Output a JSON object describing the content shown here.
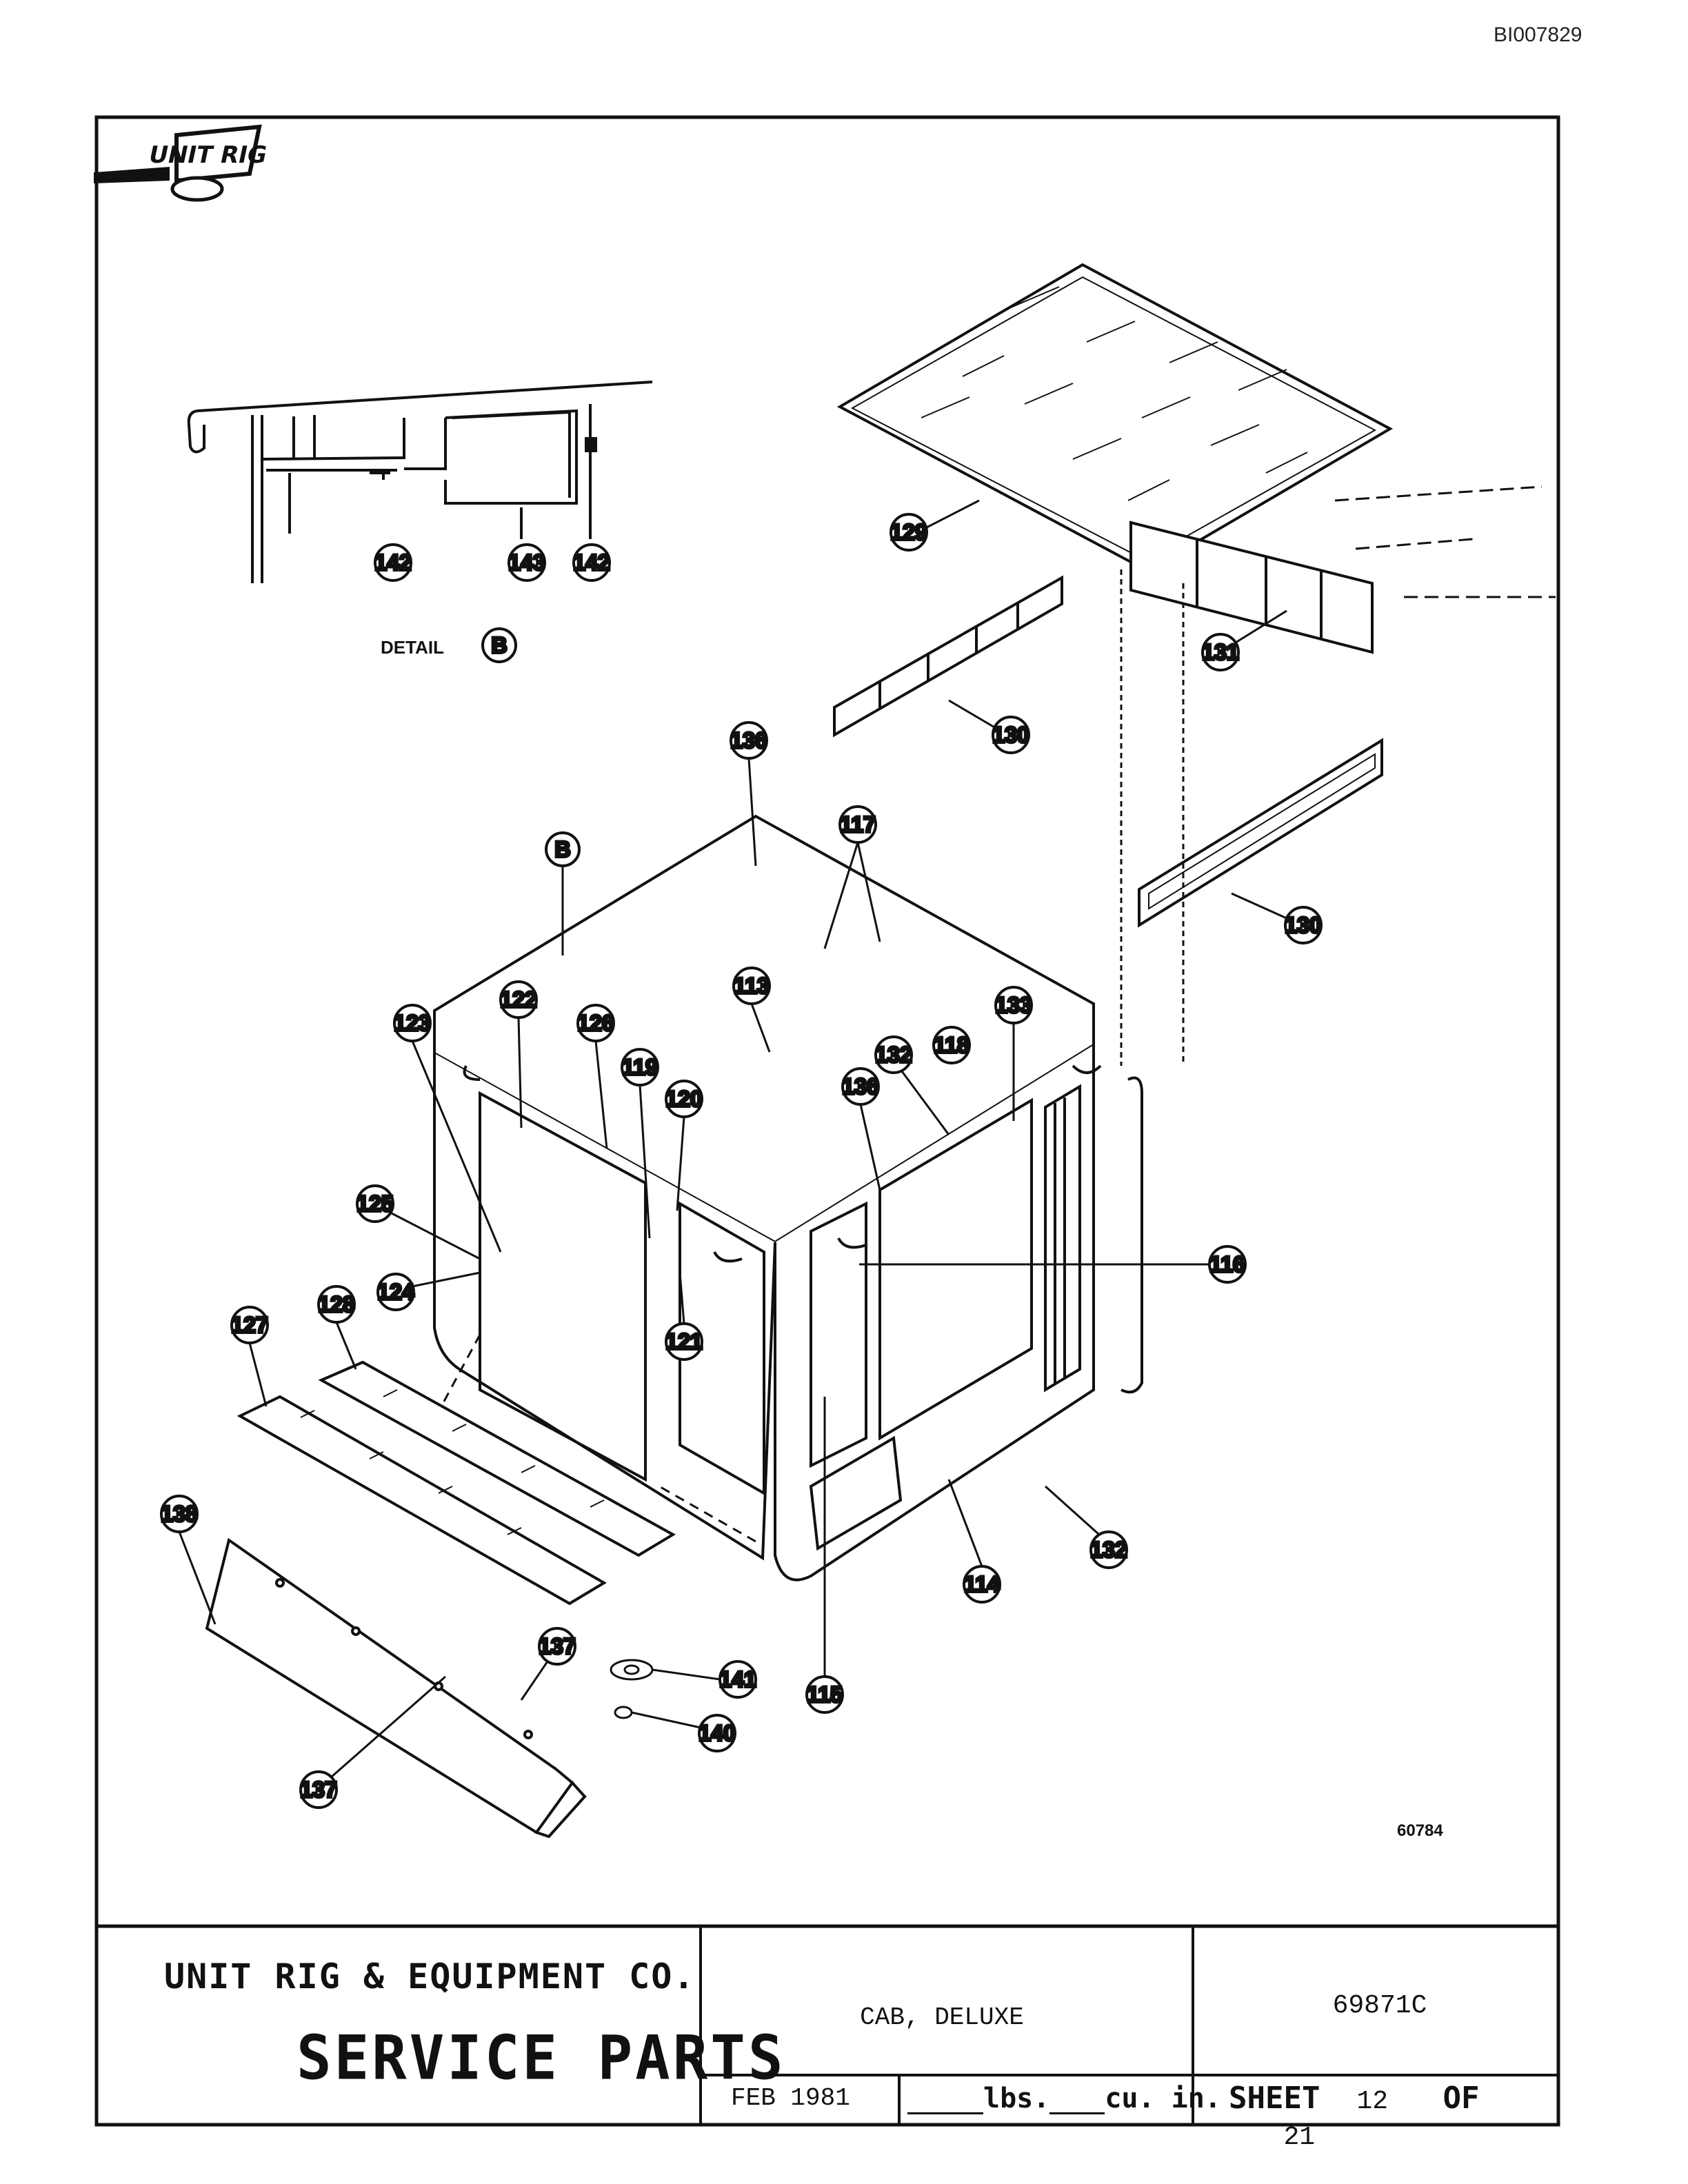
{
  "document_id": "BI007829",
  "detail_label": "DETAIL",
  "detail_marker": "B",
  "drawing_number": "60784",
  "callouts": [
    "113",
    "114",
    "115",
    "116",
    "117",
    "118",
    "119",
    "120",
    "121",
    "122",
    "123",
    "124",
    "125",
    "126",
    "127",
    "128",
    "129",
    "130",
    "130",
    "131",
    "132",
    "133",
    "134",
    "135",
    "136",
    "137",
    "138",
    "139",
    "140",
    "141",
    "142",
    "142",
    "143",
    "B"
  ],
  "title_block": {
    "company": "UNIT RIG & EQUIPMENT CO.",
    "logo_text": "UNIT RIG",
    "service_parts": "SERVICE PARTS",
    "title": "CAB, DELUXE",
    "part_number": "69871C",
    "date": "FEB 1981",
    "lbs_label": "lbs.",
    "cuin_label": "cu. in.",
    "sheet_label": "SHEET",
    "sheet_number": "12",
    "of_label": "OF",
    "sheet_total": "21"
  }
}
